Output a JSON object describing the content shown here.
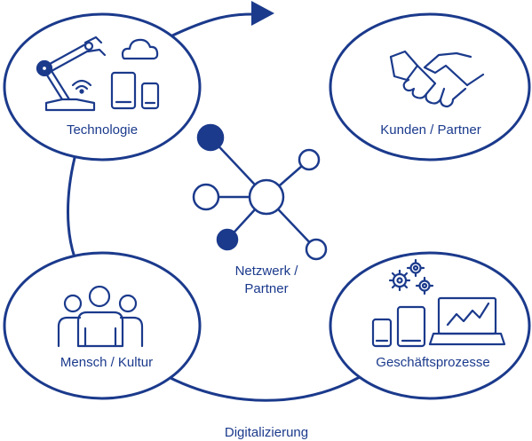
{
  "nodes": {
    "technologie": "Technologie",
    "kunden_partner": "Kunden / Partner",
    "mensch_kultur": "Mensch / Kultur",
    "geschaeftsprozesse": "Geschäftsprozesse"
  },
  "center": {
    "line1": "Netzwerk /",
    "line2": "Partner"
  },
  "footer": {
    "label": "Digitalizierung"
  },
  "colors": {
    "primary": "#1b3a8c"
  },
  "icons": {
    "technologie": [
      "robot-arm-icon",
      "wifi-icon",
      "cloud-icon",
      "tablet-icon",
      "phone-icon"
    ],
    "kunden_partner": [
      "handshake-icon"
    ],
    "mensch_kultur": [
      "people-group-icon"
    ],
    "geschaeftsprozesse": [
      "gears-icon",
      "phone-icon",
      "tablet-icon",
      "laptop-chart-icon"
    ],
    "center": [
      "network-icon"
    ]
  }
}
